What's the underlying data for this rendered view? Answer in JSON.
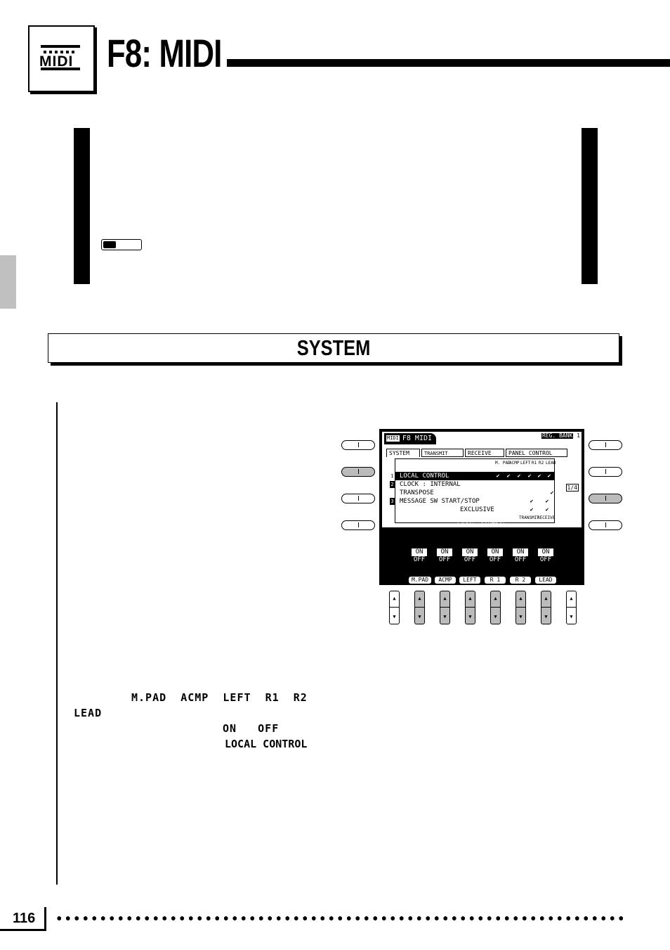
{
  "header": {
    "logo_text": "MIDI",
    "title": "F8: MIDI"
  },
  "section": {
    "title": "SYSTEM"
  },
  "lcd": {
    "title": "F8 MIDI",
    "logo_text": "MIDI",
    "bank_label": "REG. BANK",
    "bank_value": "1",
    "tabs": [
      "SYSTEM",
      "TRANSMIT",
      "RECEIVE",
      "PANEL CONTROL"
    ],
    "column_heads": [
      "M. PAD",
      "ACMP",
      "LEFT",
      "R1",
      "R2",
      "LEAD"
    ],
    "rows": [
      {
        "num": "1",
        "text": "LOCAL  CONTROL"
      },
      {
        "num": "2",
        "text": "CLOCK  : INTERNAL"
      },
      {
        "num": "",
        "text": "TRANSPOSE"
      },
      {
        "num": "3",
        "text": "MESSAGE  SW  START/STOP"
      },
      {
        "num": "",
        "text": "EXCLUSIVE"
      }
    ],
    "checkmark": "✔",
    "tr_heads": [
      "TRANSMIT",
      "RECEIVE"
    ],
    "page_indicator": "1/4",
    "sub_title": "LOCAL  CONTROL",
    "on_label": "ON",
    "off_label": "OFF",
    "part_labels": [
      "M.PAD",
      "ACMP",
      "LEFT",
      "R 1",
      "R 2",
      "LEAD"
    ]
  },
  "body_text": {
    "line1": "M.PAD  ACMP  LEFT  R1  R2",
    "line2": "LEAD",
    "line3": "ON   OFF",
    "line4": "LOCAL CONTROL"
  },
  "footer": {
    "page_number": "116"
  }
}
